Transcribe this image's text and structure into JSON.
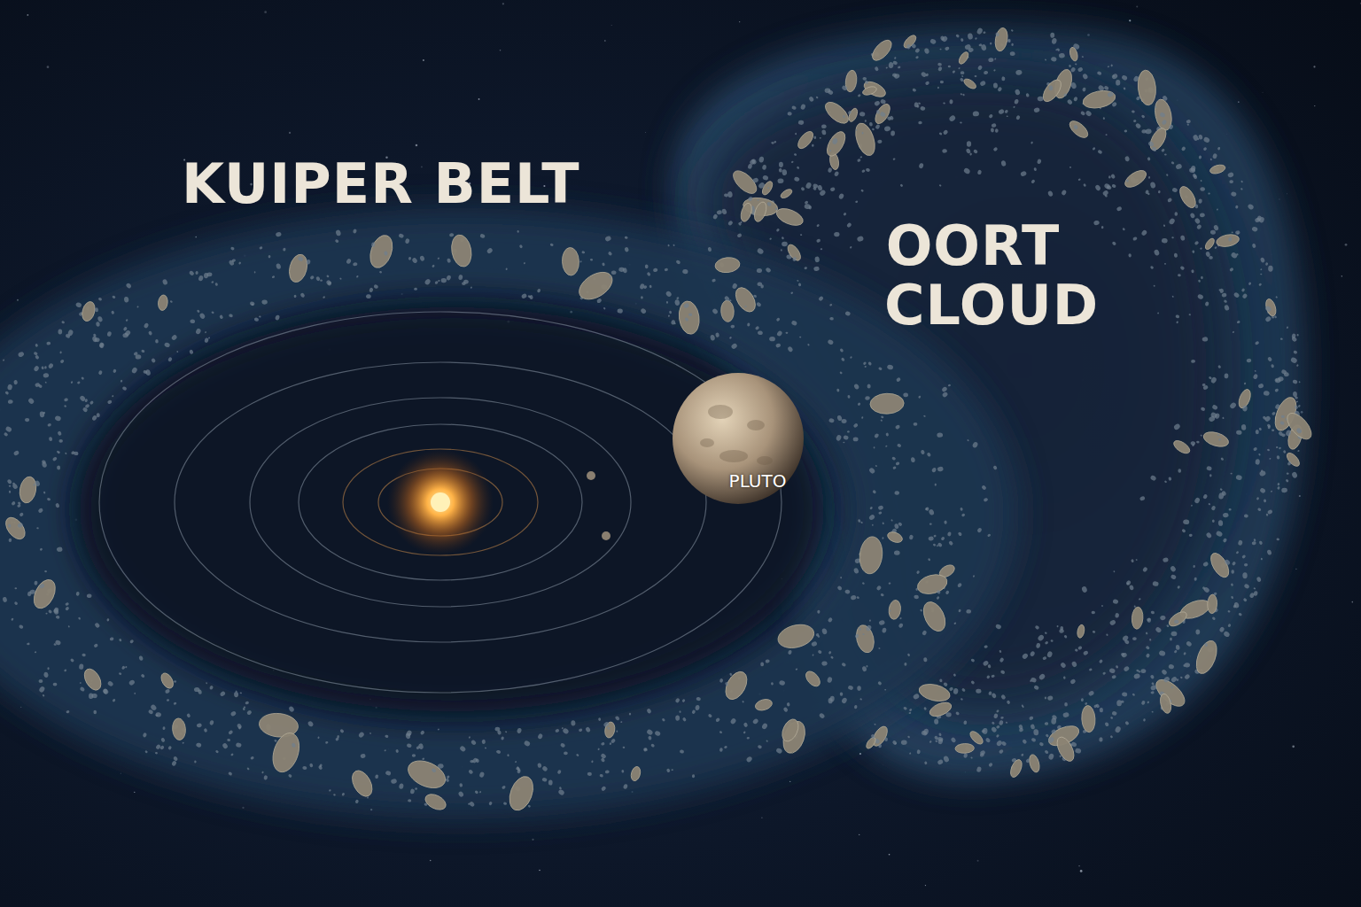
{
  "diagram": {
    "nodes": [
      {
        "text": [
          "PLUTO"
        ]
      }
    ],
    "labels": [
      "KUIPER BELT",
      "OORT CLOUD"
    ]
  }
}
